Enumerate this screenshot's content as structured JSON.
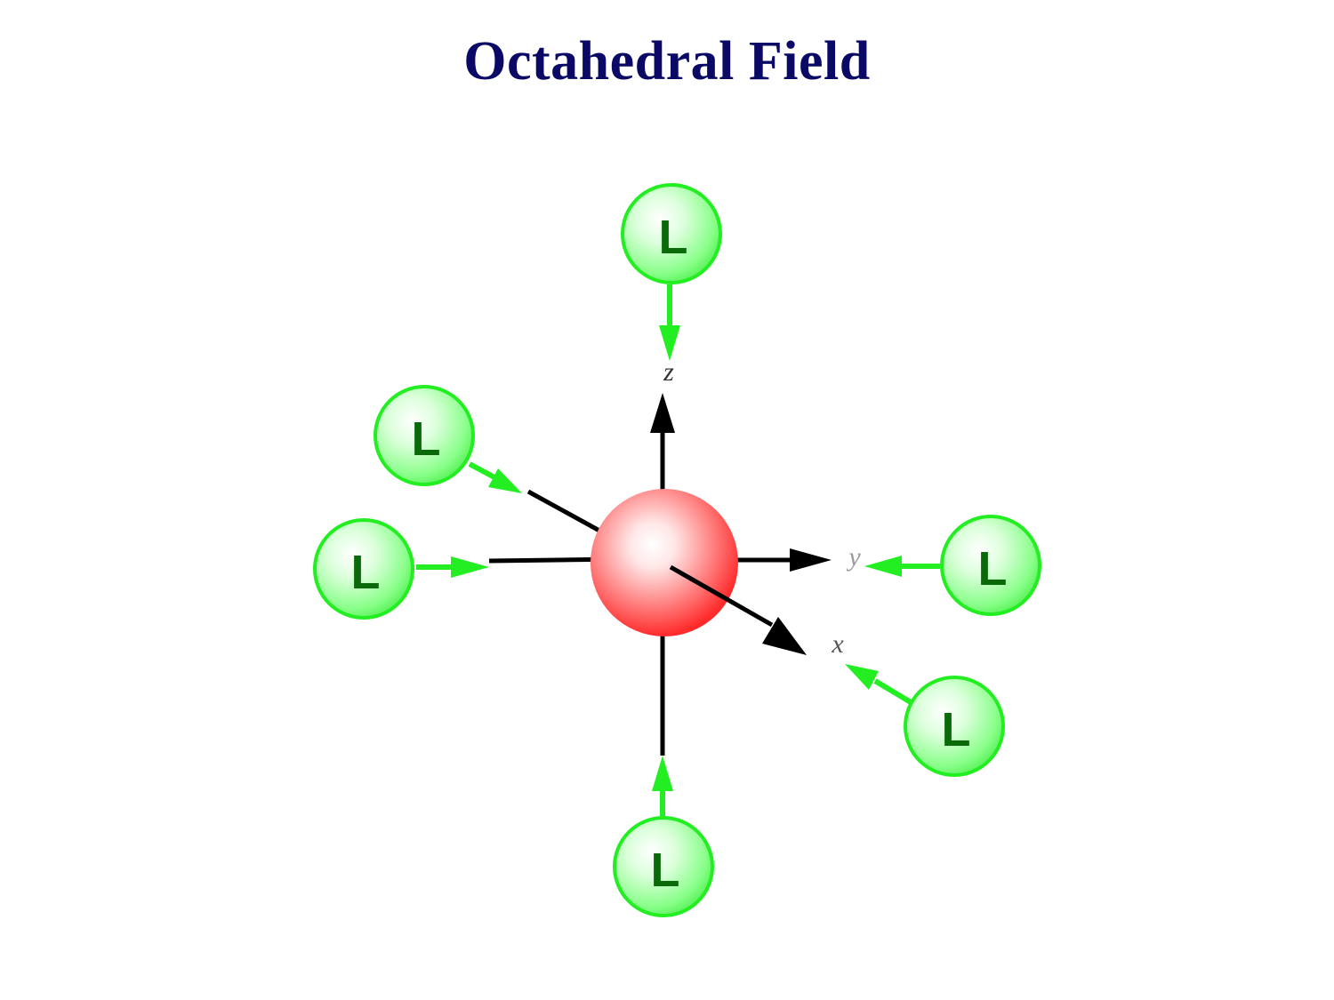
{
  "title": "Octahedral Field",
  "colors": {
    "title": "#0a0a66",
    "ligand_fill": "#66ff66",
    "ligand_stroke": "#22ee22",
    "ligand_text": "#0a6a0a",
    "ligand_arrow": "#22ee22",
    "metal_fill": "#ff3333",
    "axis": "#000000",
    "axis_label": "#333333"
  },
  "axes": [
    {
      "name": "z",
      "label": "z"
    },
    {
      "name": "y",
      "label": "y"
    },
    {
      "name": "x",
      "label": "x"
    }
  ],
  "ligand_label": "L",
  "ligand_count": 6
}
